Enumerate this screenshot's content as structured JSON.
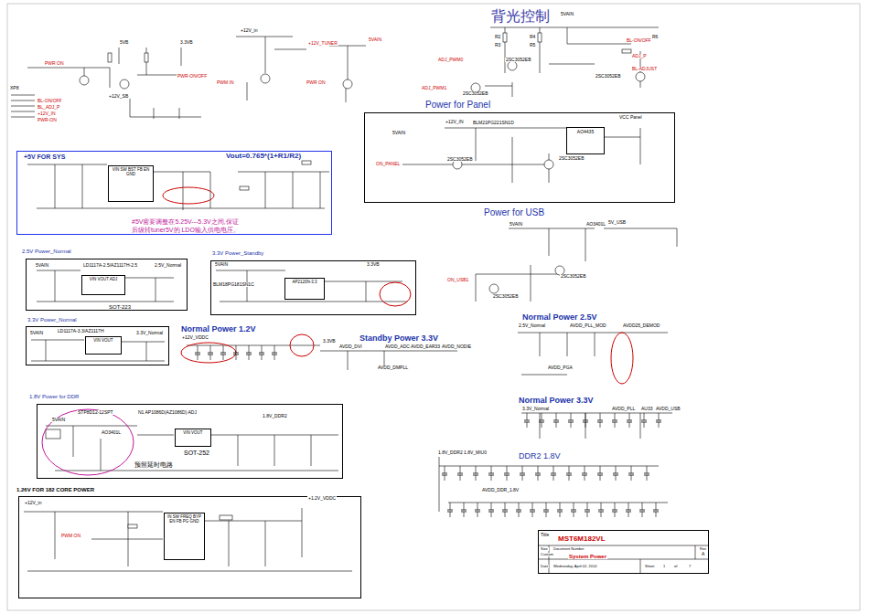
{
  "diagram": {
    "nodes": [
      {
        "text": [
          "+5V FOR SYS"
        ]
      },
      {
        "text": [
          "VIN SW BST FB EN GND"
        ],
        "in": 0
      },
      {
        "text": [
          "Power for Panel"
        ]
      },
      {
        "text": [
          "AO4435"
        ],
        "in": 2
      },
      {
        "text": [
          "3.3V Power_Standby"
        ]
      },
      {
        "text": [
          "AP2120N-3.3"
        ],
        "in": 4
      },
      {
        "text": [
          "2.5V Power_Normal"
        ]
      },
      {
        "text": [
          "VIN VOUT ADJ"
        ],
        "in": 6
      },
      {
        "text": [
          "3.3V Power_Normal"
        ]
      },
      {
        "text": [
          "VIN VOUT"
        ],
        "in": 8
      },
      {
        "text": [
          "1.8V Power for DDR"
        ]
      },
      {
        "text": [
          "VIN VOUT"
        ],
        "in": 10
      },
      {
        "text": [
          "1.26V FOR 182 CORE POWER"
        ]
      },
      {
        "text": [
          "IN SW FREQ BYP EN FB PG GND"
        ],
        "in": 12
      },
      {
        "text": [
          "MST6M182VL",
          "System Power"
        ]
      }
    ],
    "labels": [
      "背光控制",
      "Power for USB",
      "Normal Power 1.2V",
      "Standby Power 3.3V",
      "Normal Power 2.5V",
      "Normal Power 3.3V",
      "DDR2 1.8V",
      "Vout=0.765*(1+R1/R2)",
      "#5V需要调整在5.25V---5.3V之间,保证",
      "后级转tuner5V的 LDO输入供电电压。",
      "预留延时电路",
      "PWR ON",
      "5VB",
      "3.3VB",
      "PWR-ON/OFF",
      "+12V_in",
      "+12V_TUNER",
      "5VAIN",
      "PWM IN",
      "PWR ON",
      "XP8",
      "BL-ON/OFF",
      "BL_ADJ_P",
      "+12V_IN",
      "PWR-ON",
      "+12V_SB",
      "5VAIN",
      "BL-ON/OFF",
      "ADJ_P",
      "BL-ADJUST",
      "ADJ_PWM0",
      "ADJ_PWM1",
      "2SC3052EB",
      "2SC3052EB",
      "2SC3052EB",
      "R2",
      "R3",
      "R4",
      "R5",
      "R6",
      "+12V_IN",
      "5VAIN",
      "ON_PANEL",
      "VCC Panel",
      "2SC3052EB",
      "2SC3052EB",
      "BLM21PG221SN1D",
      "5VAIN",
      "5V_USB",
      "ON_USB1",
      "AO3401L",
      "2SC3052EB",
      "2SC3052EB",
      "5VAIN",
      "LD1117A-2.5/AZ1117H-2.5",
      "2.5V_Normal",
      "SOT-223",
      "5VAIN",
      "3.3VB",
      "BLM18PG181SN1C",
      "5VAIN",
      "LD1117A-3.3/AZ1117H",
      "3.3V_Normal",
      "5VAIN",
      "STP8D12-12SPT",
      "N1 AP1086D(AZ1086D) ADJ",
      "1.8V_DDR2",
      "SOT-252",
      "AO3401L",
      "+12V_in",
      "PWM ON",
      "+1.2V_VDDC",
      "+12V_VDDC",
      "3.3VB",
      "AVDD_DVI",
      "AVDD_ADC",
      "AVDD_EAR33",
      "AVDD_NODIE",
      "AVDD_DMPLL",
      "2.5V_Normal",
      "AVDD_PLL_MOD",
      "AVDD25_DEMOD",
      "AVDD_PGA",
      "3.3V_Normal",
      "AVDD_PLL",
      "AU33",
      "AVDD_USB",
      "1.8V_DDR2",
      "1.8V_MIU0",
      "AVDD_DDR_1.8V",
      "Title",
      "Size",
      "Document Number",
      "Rev",
      "Custom",
      "A",
      "Date",
      "Wednesday, April 02, 2014",
      "Sheet",
      "1",
      "of",
      "7"
    ]
  }
}
